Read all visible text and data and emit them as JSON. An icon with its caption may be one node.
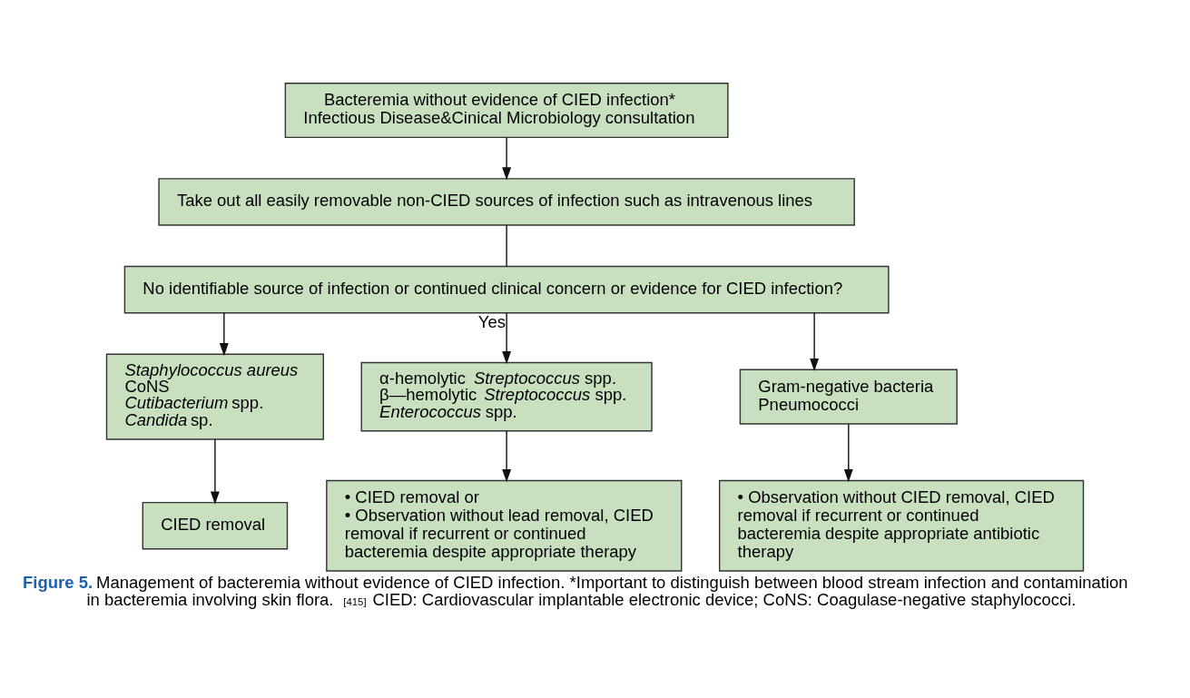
{
  "diagram": {
    "caption": "**Figure 5.** Management of bacteremia without evidence of CIED infection. *Important to distinguish between blood stream infection and contamination in bacteremia involving skin flora.$^{[415]}$ CIED: Cardiovascular implantable electronic device; CoNS: Coagulase-negative staphylococci.",
    "nodes": [
      {
        "text": [
          "Bacteremia without evidence of CIED infection*",
          "Infectious Disease&Cinical Microbiology consultation"
        ]
      },
      {
        "text": [
          "Take out all easily removable non-CIED sources of infection such as intravenous lines"
        ]
      },
      {
        "text": [
          "No identifiable source of infection or continued clinical concern or evidence for CIED infection?"
        ]
      },
      {
        "text": [
          "*Staphylococcus aureus*",
          "CoNS",
          "*Cutibacterium* spp.",
          "*Candida* sp."
        ]
      },
      {
        "text": [
          "α-hemolytic *Streptococcus* spp.",
          "β—hemolytic *Streptococcus* spp.",
          "*Enterococcus* spp."
        ]
      },
      {
        "text": [
          "Gram-negative bacteria",
          "Pneumococci"
        ]
      },
      {
        "text": [
          "CIED removal"
        ]
      },
      {
        "text": [
          "• CIED removal or",
          "• Observation without lead removal, CIED removal if recurrent or continued bacteremia despite appropriate therapy"
        ]
      },
      {
        "text": [
          "• Observation without CIED removal, CIED removal if recurrent or continued bacteremia despite appropriate antibiotic therapy"
        ]
      }
    ],
    "edges": [
      {
        "from": 0,
        "to": 1,
        "arrow": "to"
      },
      {
        "from": 1,
        "to": 2,
        "arrow": "none"
      },
      {
        "from": 2,
        "to": 3,
        "arrow": "to"
      },
      {
        "from": 2,
        "to": 4,
        "arrow": "to",
        "label": "Yes"
      },
      {
        "from": 2,
        "to": 5,
        "arrow": "to"
      },
      {
        "from": 3,
        "to": 6,
        "arrow": "to"
      },
      {
        "from": 4,
        "to": 7,
        "arrow": "to"
      },
      {
        "from": 5,
        "to": 8,
        "arrow": "to"
      }
    ]
  }
}
